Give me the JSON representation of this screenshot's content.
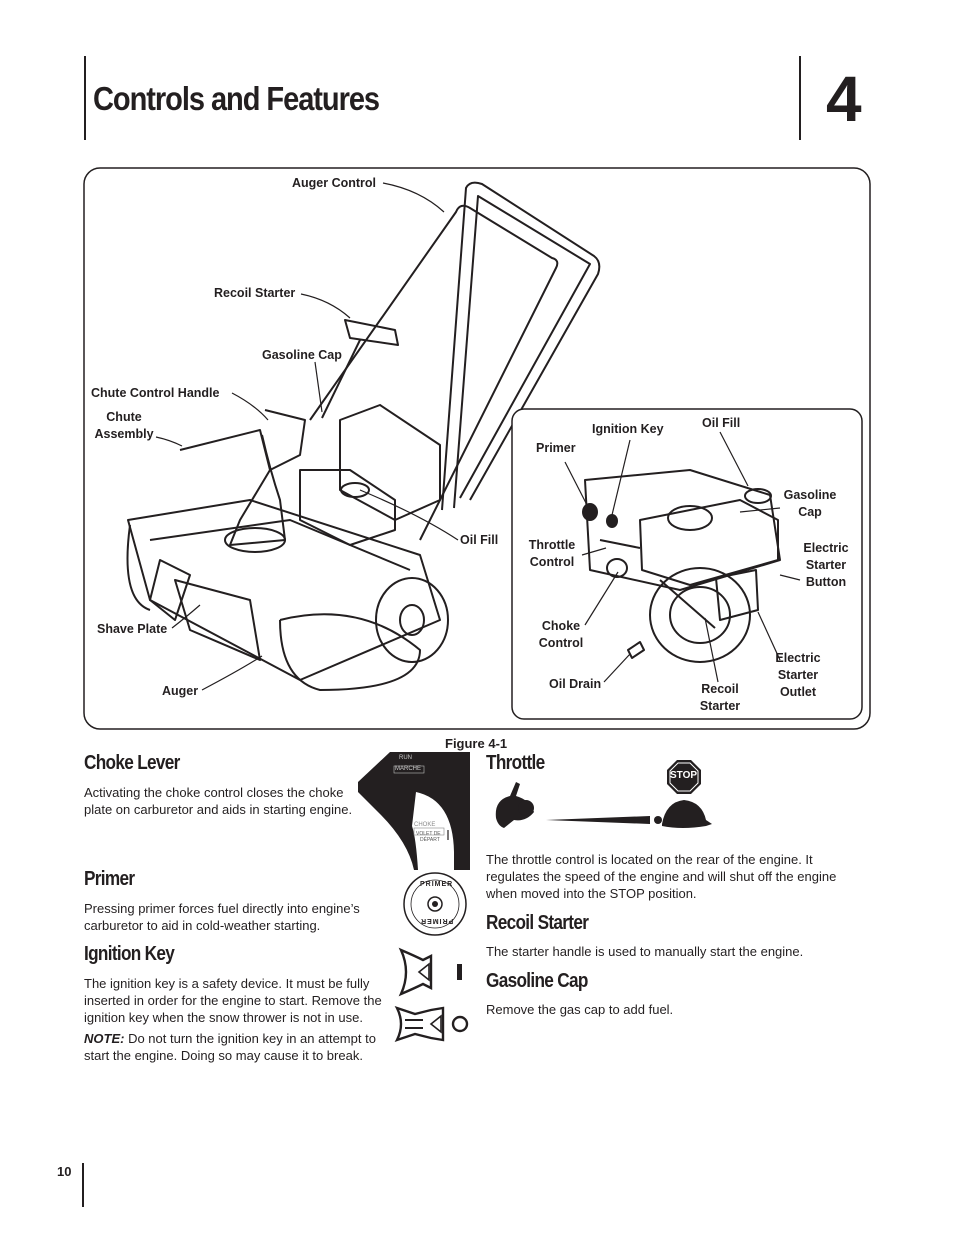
{
  "header": {
    "title": "Controls and Features",
    "chapter": "4"
  },
  "figure": {
    "caption": "Figure 4-1",
    "labels": {
      "auger_control": "Auger Control",
      "recoil_starter": "Recoil Starter",
      "gasoline_cap": "Gasoline Cap",
      "chute_control_handle": "Chute Control Handle",
      "chute_assembly_1": "Chute",
      "chute_assembly_2": "Assembly",
      "oil_fill": "Oil Fill",
      "shave_plate": "Shave Plate",
      "auger": "Auger"
    },
    "inset_labels": {
      "ignition_key": "Ignition Key",
      "oil_fill": "Oil Fill",
      "primer": "Primer",
      "gasoline_cap_1": "Gasoline",
      "gasoline_cap_2": "Cap",
      "throttle_control_1": "Throttle",
      "throttle_control_2": "Control",
      "electric_starter_button_1": "Electric",
      "electric_starter_button_2": "Starter",
      "electric_starter_button_3": "Button",
      "choke_control_1": "Choke",
      "choke_control_2": "Control",
      "oil_drain": "Oil Drain",
      "recoil_starter_1": "Recoil",
      "recoil_starter_2": "Starter",
      "electric_starter_outlet_1": "Electric",
      "electric_starter_outlet_2": "Starter",
      "electric_starter_outlet_3": "Outlet"
    }
  },
  "decals": {
    "choke": {
      "run": "RUN",
      "marche": "MARCHE",
      "choke": "CHOKE",
      "volet": "VOLET DE",
      "depart": "DÉPART"
    },
    "primer": {
      "top": "PRIMER",
      "bottom": "PRIMER"
    },
    "stop": "STOP"
  },
  "sections": {
    "choke_lever": {
      "heading": "Choke Lever",
      "body": "Activating the choke control closes the choke plate on carburetor and aids in starting engine."
    },
    "primer": {
      "heading": "Primer",
      "body": "Pressing primer forces fuel directly into engine’s carburetor to aid in cold-weather starting."
    },
    "ignition_key": {
      "heading": "Ignition Key",
      "body": "The ignition key is a safety device. It must be fully inserted in order for the engine to start. Remove the ignition key when the snow thrower is not in use.",
      "note_label": "NOTE:",
      "note_body": " Do not turn the ignition key in an attempt to start the engine. Doing so may cause it to break."
    },
    "throttle": {
      "heading": "Throttle",
      "body": "The throttle control is located on the rear of the engine. It regulates the speed of the engine and will shut off the engine when moved into the STOP position."
    },
    "recoil_starter": {
      "heading": "Recoil Starter",
      "body": "The starter handle is used to manually start the engine."
    },
    "gasoline_cap": {
      "heading": "Gasoline Cap",
      "body": "Remove the gas cap to add fuel."
    }
  },
  "footer": {
    "page_number": "10"
  }
}
